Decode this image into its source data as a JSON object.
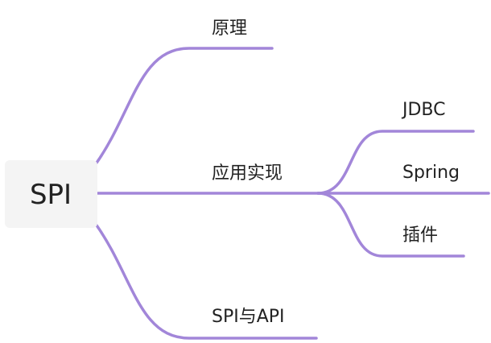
{
  "root": {
    "label": "SPI"
  },
  "branches": [
    {
      "label": "原理"
    },
    {
      "label": "应用实现",
      "children": [
        {
          "label": "JDBC"
        },
        {
          "label": "Spring"
        },
        {
          "label": "插件"
        }
      ]
    },
    {
      "label": "SPI与API"
    }
  ],
  "colors": {
    "edge": "#a286d9",
    "root_fill": "#f4f4f4",
    "text": "#222222"
  }
}
